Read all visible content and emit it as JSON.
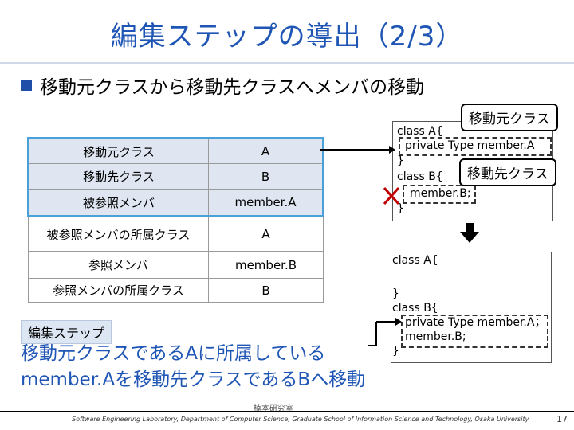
{
  "title": "編集ステップの導出（2/3）",
  "bullet": "移動元クラスから移動先クラスへメンバの移動",
  "table": {
    "rows": [
      {
        "label": "移動元クラス",
        "value": "A"
      },
      {
        "label": "移動先クラス",
        "value": "B"
      },
      {
        "label": "被参照メンバ",
        "value": "member.A"
      },
      {
        "label": "被参照メンバの所属クラス",
        "value": "A"
      },
      {
        "label": "参照メンバ",
        "value": "member.B"
      },
      {
        "label": "参照メンバの所属クラス",
        "value": "B"
      }
    ]
  },
  "step": {
    "label": "編集ステップ",
    "line1": "移動元クラスであるAに所属している",
    "line2": "member.Aを移動先クラスであるBへ移動"
  },
  "code_before": {
    "line1": "class A{",
    "line2": "private Type member.A",
    "line3": "}",
    "line4": "class B{",
    "line5": "member.B;",
    "line6": "}"
  },
  "callouts": {
    "source": "移動元クラス",
    "target": "移動先クラス"
  },
  "code_after": {
    "line1": "class A{",
    "line2": "}",
    "line3": "class B{",
    "line4": "private Type member.A；",
    "line5": "member.B;",
    "line6": "}"
  },
  "footer": {
    "logo": "楠本研究室",
    "text": "Software Engineering Laboratory, Department of Computer Science, Graduate School of Information Science and Technology, Osaka University",
    "page": "17"
  },
  "colors": {
    "title": "#1f56b5",
    "highlight": "#4aa0d8",
    "arrow": "#000000"
  }
}
